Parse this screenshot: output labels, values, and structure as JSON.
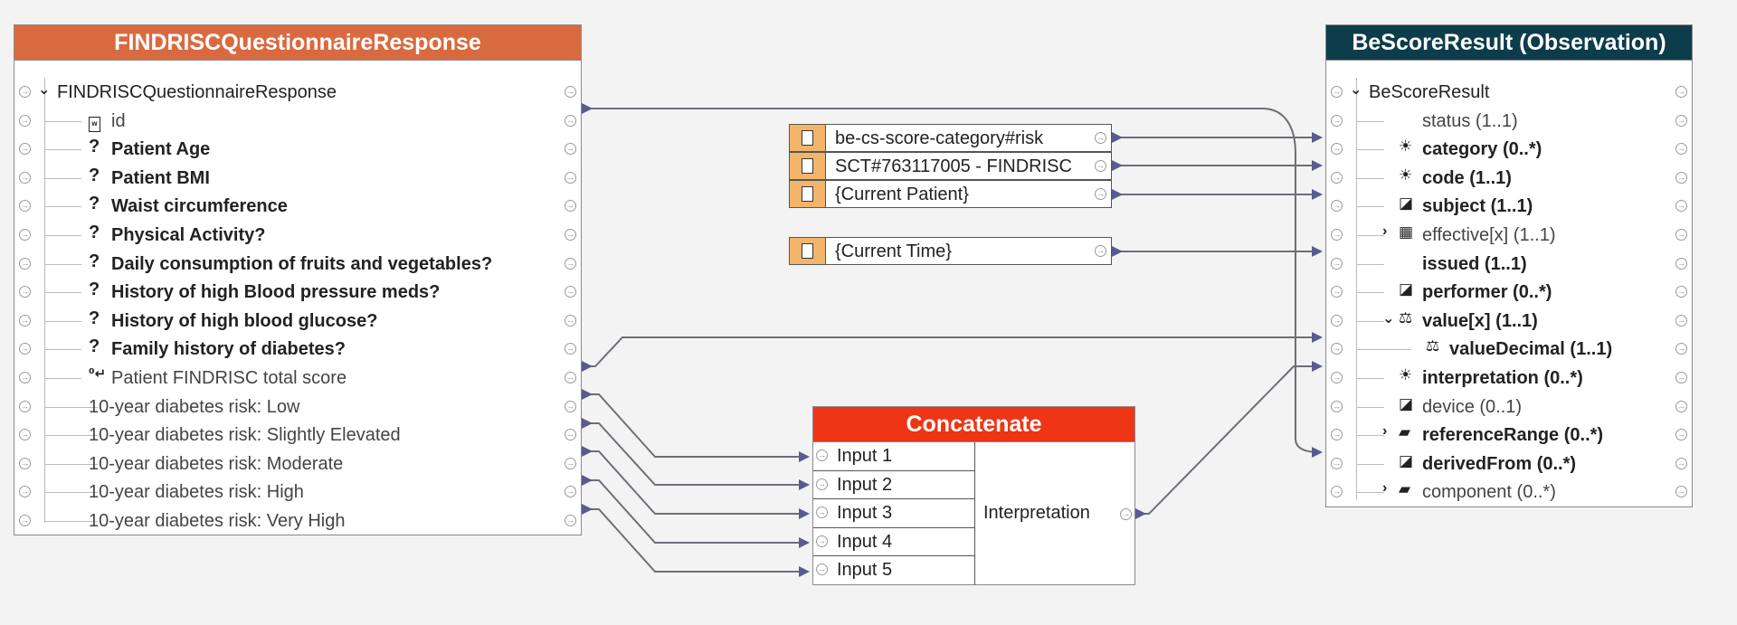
{
  "source": {
    "title": "FINDRISCQuestionnaireResponse",
    "root": "FINDRISCQuestionnaireResponse",
    "items": [
      {
        "label": "id",
        "icon": "doc",
        "bold": false
      },
      {
        "label": "Patient Age",
        "icon": "?",
        "bold": true
      },
      {
        "label": "Patient BMI",
        "icon": "?",
        "bold": true
      },
      {
        "label": "Waist circumference",
        "icon": "?",
        "bold": true
      },
      {
        "label": "Physical Activity?",
        "icon": "?",
        "bold": true
      },
      {
        "label": "Daily consumption of fruits and vegetables?",
        "icon": "?",
        "bold": true
      },
      {
        "label": "History of high Blood pressure meds?",
        "icon": "?",
        "bold": true
      },
      {
        "label": "History of high blood glucose?",
        "icon": "?",
        "bold": true
      },
      {
        "label": "Family history of diabetes?",
        "icon": "?",
        "bold": true
      },
      {
        "label": "Patient FINDRISC total score",
        "icon": "calc",
        "bold": false
      },
      {
        "label": "10-year diabetes risk: Low",
        "icon": "",
        "bold": false
      },
      {
        "label": "10-year diabetes risk: Slightly Elevated",
        "icon": "",
        "bold": false
      },
      {
        "label": "10-year diabetes risk: Moderate",
        "icon": "",
        "bold": false
      },
      {
        "label": "10-year diabetes risk: High",
        "icon": "",
        "bold": false
      },
      {
        "label": "10-year diabetes risk: Very High",
        "icon": "",
        "bold": false
      }
    ]
  },
  "constants": [
    {
      "label": "be-cs-score-category#risk"
    },
    {
      "label": "SCT#763117005 - FINDRISC"
    },
    {
      "label": "{Current Patient}"
    },
    {
      "label": "{Current Time}"
    }
  ],
  "concatenate": {
    "title": "Concatenate",
    "inputs": [
      "Input 1",
      "Input 2",
      "Input 3",
      "Input 4",
      "Input 5"
    ],
    "output": "Interpretation"
  },
  "target": {
    "title": "BeScoreResult (Observation)",
    "root": "BeScoreResult",
    "items": [
      {
        "label": "status",
        "card": "(1..1)",
        "bold": false,
        "icon": "code"
      },
      {
        "label": "category",
        "card": "(0..*)",
        "bold": true,
        "icon": "bulb"
      },
      {
        "label": "code",
        "card": "(1..1)",
        "bold": true,
        "icon": "bulb"
      },
      {
        "label": "subject",
        "card": "(1..1)",
        "bold": true,
        "icon": "ref"
      },
      {
        "label": "effective[x]",
        "card": "(1..1)",
        "bold": false,
        "icon": "cal"
      },
      {
        "label": "issued",
        "card": "(1..1)",
        "bold": true,
        "icon": ""
      },
      {
        "label": "performer",
        "card": "(0..*)",
        "bold": true,
        "icon": "ref"
      },
      {
        "label": "value[x]",
        "card": "(1..1)",
        "bold": true,
        "icon": "scale"
      },
      {
        "label": "valueDecimal",
        "card": "(1..1)",
        "bold": true,
        "icon": "scale"
      },
      {
        "label": "interpretation",
        "card": "(0..*)",
        "bold": true,
        "icon": "bulb"
      },
      {
        "label": "device",
        "card": "(0..1)",
        "bold": false,
        "icon": "ref"
      },
      {
        "label": "referenceRange",
        "card": "(0..*)",
        "bold": true,
        "icon": "box"
      },
      {
        "label": "derivedFrom",
        "card": "(0..*)",
        "bold": true,
        "icon": "ref"
      },
      {
        "label": "component",
        "card": "(0..*)",
        "bold": false,
        "icon": "box"
      }
    ]
  }
}
